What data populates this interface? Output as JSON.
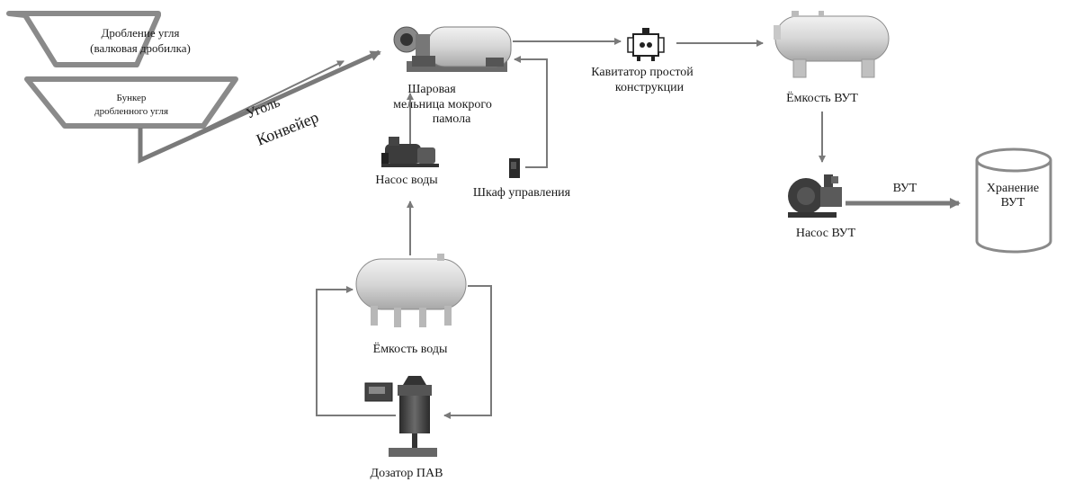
{
  "labels": {
    "crusher_line1": "Дробление угля",
    "crusher_line2": "(валковая дробилка)",
    "bunker_line1": "Бункер",
    "bunker_line2": "дробленного угля",
    "coal": "Уголь",
    "conveyor": "Конвейер",
    "mill_line1": "Шаровая",
    "mill_line2": "мельница мокрого",
    "mill_line3": "памола",
    "cavitator_line1": "Кавитатор простой",
    "cavitator_line2": "конструкции",
    "vut_tank": "Ёмкость ВУТ",
    "water_pump": "Насос воды",
    "control_cabinet": "Шкаф управления",
    "vut_pump": "Насос ВУТ",
    "vut_flow": "ВУТ",
    "storage_line1": "Хранение",
    "storage_line2": "ВУТ",
    "water_tank": "Ёмкость воды",
    "surfactant_doser": "Дозатор ПАВ"
  },
  "icons": [
    "crusher-hopper-icon",
    "bunker-hopper-icon",
    "ball-mill-icon",
    "cavitator-icon",
    "vut-tank-icon",
    "vut-pump-icon",
    "storage-cylinder-icon",
    "water-pump-icon",
    "control-cabinet-icon",
    "water-tank-icon",
    "surfactant-doser-icon"
  ],
  "colors": {
    "line": "#7a7a7a",
    "hopper_fill": "#ffffff",
    "equipment": "#9a9a9a"
  }
}
